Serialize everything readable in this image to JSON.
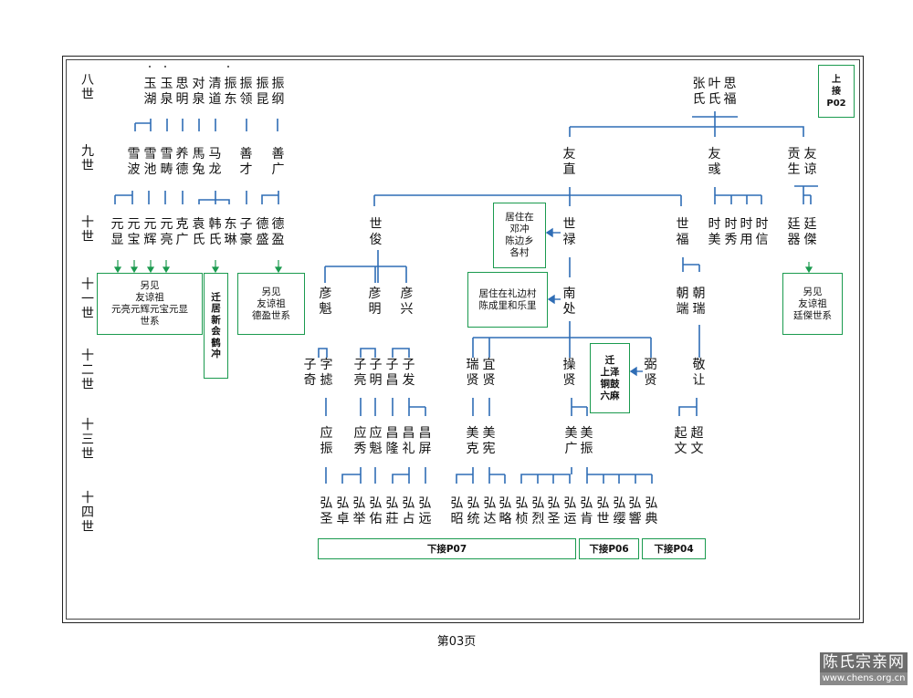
{
  "generations": [
    "八世",
    "九世",
    "十世",
    "十一世",
    "十二世",
    "十三世",
    "十四世"
  ],
  "people": {
    "g8": [
      "玉湖",
      "玉泉",
      "思明",
      "对泉",
      "清道",
      "振东",
      "振领",
      "振昆",
      "振纲",
      "张氏",
      "叶氏",
      "思福"
    ],
    "g9": [
      "雪波",
      "雪池",
      "雪畴",
      "养德",
      "馬兔",
      "马龙",
      "善才",
      "善广",
      "友直",
      "友彧",
      "贡生",
      "友谅"
    ],
    "g10": [
      "元显",
      "元宝",
      "元辉",
      "元亮",
      "克广",
      "袁氏",
      "韩氏",
      "东琳",
      "子豪",
      "德盛",
      "德盈",
      "世俊",
      "世禄",
      "世福",
      "时美",
      "时秀",
      "时用",
      "时信",
      "廷器",
      "廷傑"
    ],
    "g11": [
      "彦魁",
      "彦明",
      "彦兴",
      "南处",
      "朝端",
      "朝瑞"
    ],
    "g12": [
      "子奇",
      "字摅",
      "子亮",
      "子明",
      "子昌",
      "子发",
      "瑞贤",
      "宜贤",
      "操贤",
      "弼贤",
      "敬让"
    ],
    "g13": [
      "应振",
      "应秀",
      "应魁",
      "昌隆",
      "昌礼",
      "昌屏",
      "美克",
      "美宪",
      "美广",
      "美振",
      "起文",
      "超文"
    ],
    "g14": [
      "弘圣",
      "弘卓",
      "弘举",
      "弘佑",
      "弘莊",
      "弘占",
      "弘远",
      "弘昭",
      "弘统",
      "弘达",
      "弘略",
      "弘桢",
      "弘烈",
      "弘圣",
      "弘运",
      "弘肯",
      "弘世",
      "弘缨",
      "弘響",
      "弘典"
    ]
  },
  "notes": {
    "top_link": [
      "上",
      "接",
      "P02"
    ],
    "box_yuan": [
      "另见",
      "友谅祖",
      "元亮元辉元宝元显",
      "世系"
    ],
    "box_migrate": [
      "迁",
      "居",
      "新",
      "会",
      "鹤",
      "冲"
    ],
    "box_de": [
      "另见",
      "友谅祖",
      "德盈世系"
    ],
    "box_deng": [
      "居住在",
      "邓冲",
      "陈边乡",
      "各村"
    ],
    "box_lixi": [
      "居住在礼边村",
      "陈成里和乐里"
    ],
    "box_shangze": [
      "迁",
      "上泽",
      "铜鼓",
      "六麻"
    ],
    "box_ting": [
      "另见",
      "友谅祖",
      "廷傑世系"
    ],
    "link_p07": "下接P07",
    "link_p06": "下接P06",
    "link_p04": "下接P04"
  },
  "page_label": "第03页",
  "watermark": {
    "name": "陈氏宗亲网",
    "url": "www.chens.org.cn"
  },
  "colors": {
    "frame": "#222222",
    "link_line": "#2f6db5",
    "green_box": "#1a9a4e",
    "green_arrow": "#1a9a4e",
    "blue_arrow": "#2f6db5"
  }
}
